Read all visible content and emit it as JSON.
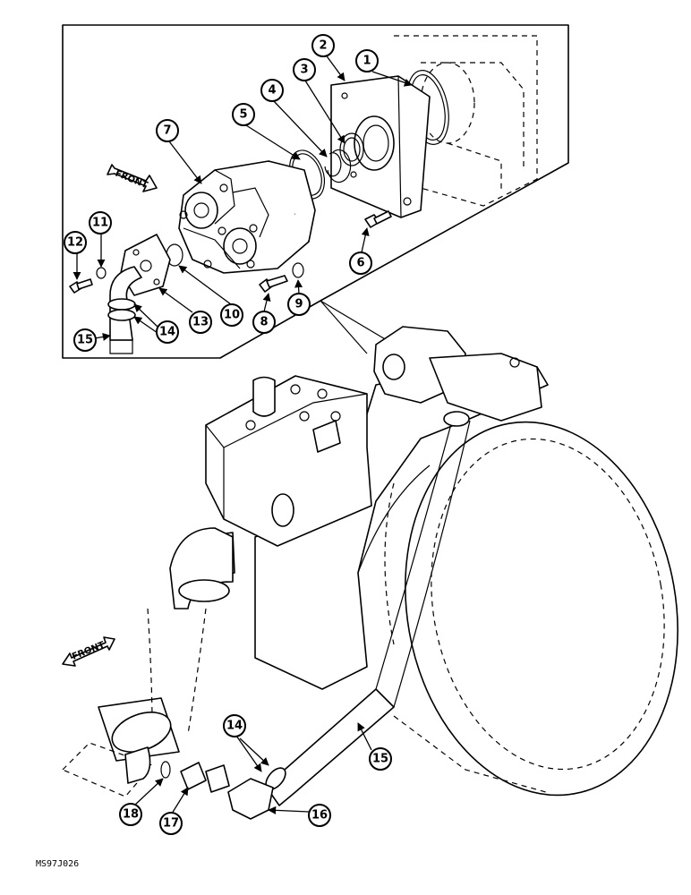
{
  "diagram": {
    "front_labels": [
      "FRONT",
      "FRONT"
    ],
    "drawing_ref": "MS97J026",
    "callouts": [
      "1",
      "2",
      "3",
      "4",
      "5",
      "6",
      "7",
      "8",
      "9",
      "10",
      "11",
      "12",
      "13",
      "14",
      "15",
      "14",
      "15",
      "16",
      "17",
      "18"
    ]
  }
}
